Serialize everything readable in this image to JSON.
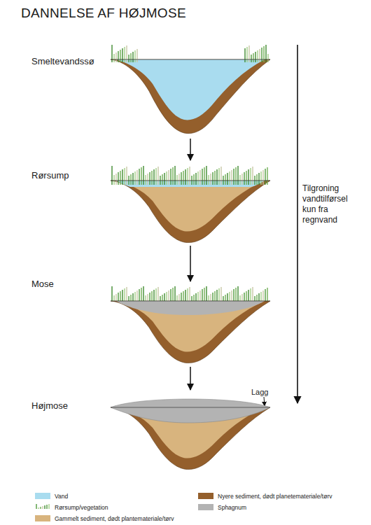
{
  "diagram": {
    "title": "DANNELSE AF HØJMOSE",
    "nodes": [
      {
        "text": [
          "Smeltevandssø"
        ]
      },
      {
        "text": [
          "Rørsump"
        ]
      },
      {
        "text": [
          "Mose"
        ]
      },
      {
        "text": [
          "Højmose"
        ]
      }
    ],
    "edges": [
      {
        "from": 0,
        "to": 1,
        "arrow": "to"
      },
      {
        "from": 1,
        "to": 2,
        "arrow": "to"
      },
      {
        "from": 2,
        "to": 3,
        "arrow": "to"
      }
    ],
    "labels": [
      "Tilgroning vandtilførsel kun fra regnvand",
      "Lagg"
    ],
    "legend": [
      {
        "text": "Vand",
        "color": "#a9dcef"
      },
      {
        "text": "Rørsump/vegetation"
      },
      {
        "text": "Gammelt sediment, dødt plantemateriale/tørv",
        "color": "#d8b47e"
      },
      {
        "text": "Nyere sediment, dødt planetemateriale/tørv",
        "color": "#945f2c"
      },
      {
        "text": "Sphagnum",
        "color": "#b3b3b3"
      }
    ]
  }
}
